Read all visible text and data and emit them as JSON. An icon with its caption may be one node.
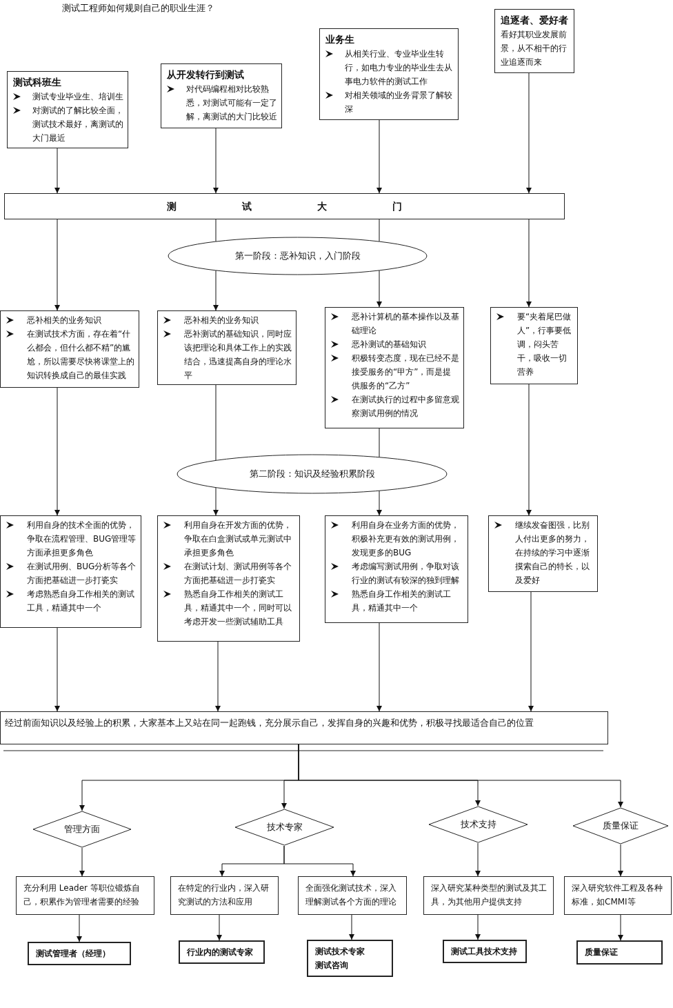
{
  "diagram": {
    "title": "测试工程师如何规则自己的职业生涯？",
    "nodes": [
      {
        "text": [
          "测试科班生",
          "测试专业毕业生、培训生",
          "对测试的了解比较全面，测试技术最好，离测试的大门最近"
        ]
      },
      {
        "text": [
          "从开发转行到测试",
          "对代码编程相对比较熟悉，对测试可能有一定了解，离测试的大门比较近"
        ]
      },
      {
        "text": [
          "业务生",
          "从相关行业、专业毕业生转行，如电力专业的毕业生去从事电力软件的测试工作",
          "对相关领域的业务背景了解较深"
        ]
      },
      {
        "text": [
          "追逐者、爱好者",
          "看好其职业发展前景，从不相干的行业追逐而来"
        ]
      },
      {
        "text": [
          "测 试 大 门"
        ]
      },
      {
        "text": [
          "第一阶段：恶补知识，入门阶段"
        ]
      },
      {
        "text": [
          "恶补相关的业务知识",
          "在测试技术方面，存在着“什么都会，但什么都不精”的尴尬，所以需要尽快将课堂上的知识转换成自己的最佳实践"
        ]
      },
      {
        "text": [
          "恶补相关的业务知识",
          "恶补测试的基础知识，同时应该把理论和具体工作上的实践结合，迅速提高自身的理论水平"
        ]
      },
      {
        "text": [
          "恶补计算机的基本操作以及基础理论",
          "恶补测试的基础知识",
          "积极转变态度，现在已经不是接受服务的“甲方”，而是提供服务的“乙方”",
          "在测试执行的过程中多留意观察测试用例的情况"
        ]
      },
      {
        "text": [
          "要“夹着尾巴做人”，行事要低调，闷头苦干，吸收一切营养"
        ]
      },
      {
        "text": [
          "第二阶段：知识及经验积累阶段"
        ]
      },
      {
        "text": [
          "利用自身的技术全面的优势，争取在流程管理、BUG管理等方面承担更多角色",
          "在测试用例、BUG分析等各个方面把基础进一步打瓷实",
          "考虑熟悉自身工作相关的测试工具，精通其中一个"
        ]
      },
      {
        "text": [
          "利用自身在开发方面的优势，争取在白盒测试或单元测试中承担更多角色",
          "在测试计划、测试用例等各个方面把基础进一步打瓷实",
          "熟悉自身工作相关的测试工具，精通其中一个，同时可以考虑开发一些测试辅助工具"
        ]
      },
      {
        "text": [
          "利用自身在业务方面的优势，积极补充更有效的测试用例，发现更多的BUG",
          "考虑编写测试用例，争取对该行业的测试有较深的独到理解",
          "熟悉自身工作相关的测试工具，精通其中一个"
        ]
      },
      {
        "text": [
          "继续发奋图强，比别人付出更多的努力，在持续的学习中逐渐摸索自己的特长，以及爱好"
        ]
      },
      {
        "text": [
          "经过前面知识以及经验上的积累，大家基本上又站在同一起跑钱，充分展示自己，发挥自身的兴趣和优势，积极寻找最适合自己的位置"
        ]
      },
      {
        "text": [
          "管理方面"
        ]
      },
      {
        "text": [
          "技术专家"
        ]
      },
      {
        "text": [
          "技术支持"
        ]
      },
      {
        "text": [
          "质量保证"
        ]
      },
      {
        "text": [
          "充分利用 Leader 等职位锻炼自己，积累作为管理者需要的经验"
        ]
      },
      {
        "text": [
          "在特定的行业内，深入研究测试的方法和应用"
        ]
      },
      {
        "text": [
          "全面强化测试技术，深入理解测试各个方面的理论"
        ]
      },
      {
        "text": [
          "深入研究某种类型的测试及其工具，为其他用户提供支持"
        ]
      },
      {
        "text": [
          "深入研究软件工程及各种标准，如CMMI等"
        ]
      },
      {
        "text": [
          "测试管理者（经理）"
        ]
      },
      {
        "text": [
          "行业内的测试专家"
        ]
      },
      {
        "text": [
          "测试技术专家",
          "测试咨询"
        ]
      },
      {
        "text": [
          "测试工具技术支持"
        ]
      },
      {
        "text": [
          "质量保证"
        ]
      }
    ],
    "edges": [
      {
        "from": 0,
        "to": 4,
        "arrow": "to"
      },
      {
        "from": 1,
        "to": 4,
        "arrow": "to"
      },
      {
        "from": 2,
        "to": 4,
        "arrow": "to"
      },
      {
        "from": 3,
        "to": 4,
        "arrow": "to"
      },
      {
        "from": 4,
        "to": 6,
        "arrow": "to"
      },
      {
        "from": 4,
        "to": 5,
        "arrow": "none"
      },
      {
        "from": 4,
        "to": 5,
        "arrow": "none"
      },
      {
        "from": 4,
        "to": 9,
        "arrow": "to"
      },
      {
        "from": 6,
        "to": 11,
        "arrow": "to"
      },
      {
        "from": 7,
        "to": 10,
        "arrow": "none"
      },
      {
        "from": 8,
        "to": 10,
        "arrow": "none"
      },
      {
        "from": 9,
        "to": 14,
        "arrow": "to"
      },
      {
        "from": 11,
        "to": 15,
        "arrow": "to"
      },
      {
        "from": 12,
        "to": 15,
        "arrow": "to"
      },
      {
        "from": 13,
        "to": 15,
        "arrow": "to"
      },
      {
        "from": 14,
        "to": 15,
        "arrow": "to"
      },
      {
        "from": 15,
        "to": 16,
        "arrow": "to"
      },
      {
        "from": 15,
        "to": 17,
        "arrow": "to"
      },
      {
        "from": 15,
        "to": 18,
        "arrow": "to"
      },
      {
        "from": 15,
        "to": 19,
        "arrow": "to"
      },
      {
        "from": 16,
        "to": 20,
        "arrow": "to"
      },
      {
        "from": 17,
        "to": 21,
        "arrow": "to"
      },
      {
        "from": 17,
        "to": 22,
        "arrow": "to"
      },
      {
        "from": 18,
        "to": 23,
        "arrow": "to"
      },
      {
        "from": 19,
        "to": 24,
        "arrow": "to"
      },
      {
        "from": 20,
        "to": 25,
        "arrow": "to"
      },
      {
        "from": 21,
        "to": 26,
        "arrow": "to"
      },
      {
        "from": 22,
        "to": 27,
        "arrow": "to"
      },
      {
        "from": 23,
        "to": 28,
        "arrow": "to"
      },
      {
        "from": 24,
        "to": 29,
        "arrow": "to"
      },
      {
        "from": 5,
        "to": 7,
        "arrow": "to"
      },
      {
        "from": 5,
        "to": 8,
        "arrow": "to"
      },
      {
        "from": 10,
        "to": 12,
        "arrow": "to"
      },
      {
        "from": 10,
        "to": 13,
        "arrow": "to"
      }
    ]
  }
}
